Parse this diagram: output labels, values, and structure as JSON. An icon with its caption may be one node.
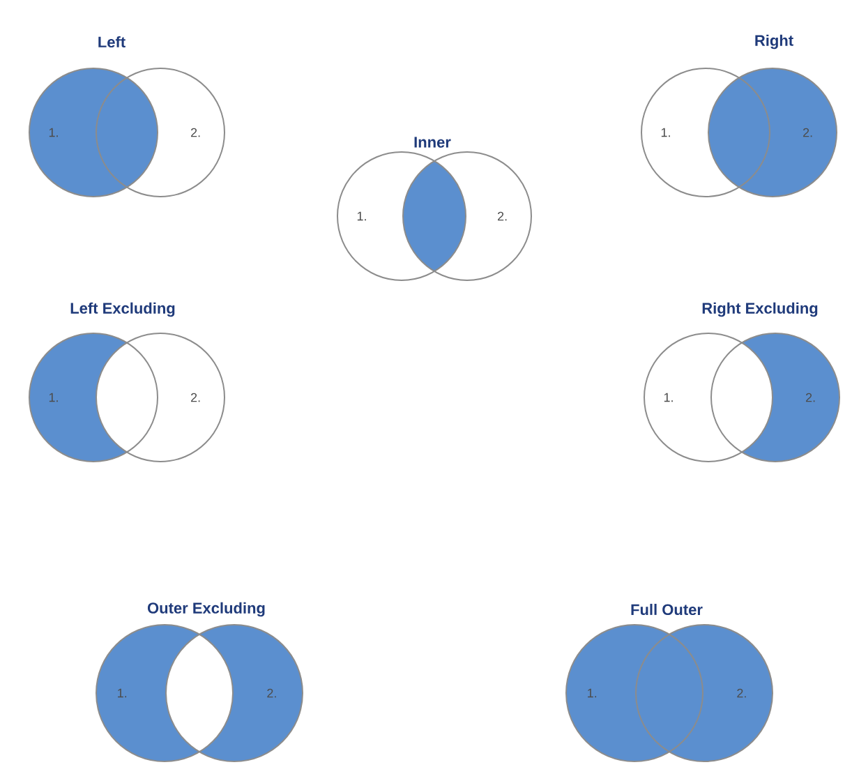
{
  "diagram": {
    "nodes": [
      {
        "text": [
          "1."
        ]
      },
      {
        "text": [
          "2."
        ]
      },
      {
        "text": [
          "1."
        ]
      },
      {
        "text": [
          "2."
        ]
      },
      {
        "text": [
          "1."
        ]
      },
      {
        "text": [
          "2."
        ]
      },
      {
        "text": [
          "1."
        ]
      },
      {
        "text": [
          "2."
        ]
      },
      {
        "text": [
          "1."
        ]
      },
      {
        "text": [
          "2."
        ]
      },
      {
        "text": [
          "1."
        ]
      },
      {
        "text": [
          "2."
        ]
      },
      {
        "text": [
          "1."
        ]
      },
      {
        "text": [
          "2."
        ]
      }
    ],
    "labels": [
      "Left",
      "Inner",
      "Right",
      "Left Excluding",
      "Right Excluding",
      "Outer Excluding",
      "Full Outer"
    ]
  }
}
